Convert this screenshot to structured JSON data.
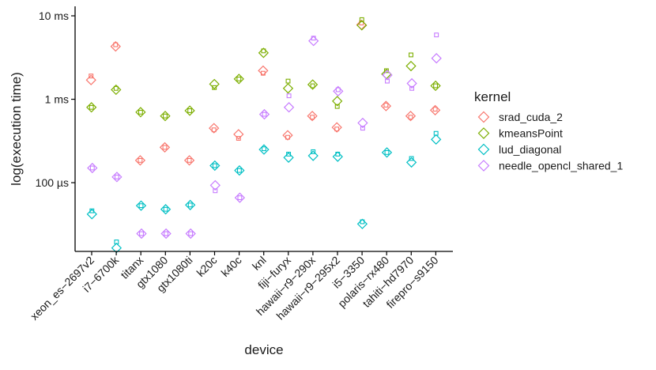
{
  "chart_data": {
    "type": "scatter",
    "xlabel": "device",
    "ylabel": "log(execution time)",
    "y_scale": "log10",
    "y_unit": "ms",
    "ylim": [
      0.015,
      13
    ],
    "y_ticks": [
      {
        "value": 0.1,
        "label": "100 µs"
      },
      {
        "value": 1,
        "label": "1 ms"
      },
      {
        "value": 10,
        "label": "10 ms"
      }
    ],
    "grid": false,
    "legend_position": "right",
    "legend_title": "kernel",
    "categories": [
      "xeon_es−2697v2",
      "i7−6700k",
      "titanx",
      "gtx1080",
      "gtx1080ti",
      "k20c",
      "k40c",
      "knl",
      "fiji−furyx",
      "hawaii−r9−290x",
      "hawaii−r9−295x2",
      "i5−3350",
      "polaris−rx480",
      "tahiti−hd7970",
      "firepro−s9150"
    ],
    "series": [
      {
        "name": "srad_cuda_2",
        "color": "#F8766D",
        "values": [
          1.7,
          4.3,
          0.185,
          0.265,
          0.185,
          0.45,
          0.38,
          2.2,
          0.37,
          0.63,
          0.46,
          7.8,
          0.83,
          0.63,
          0.74
        ],
        "alt_values": [
          1.9,
          4.5,
          0.185,
          0.265,
          0.185,
          0.43,
          0.34,
          2.05,
          0.35,
          0.61,
          0.44,
          8.2,
          0.85,
          0.61,
          0.76
        ]
      },
      {
        "name": "kmeansPoint",
        "color": "#7CAE00",
        "values": [
          0.8,
          1.3,
          0.7,
          0.63,
          0.73,
          1.52,
          1.75,
          3.6,
          1.35,
          1.5,
          0.95,
          7.7,
          2.0,
          2.5,
          1.45
        ],
        "alt_values": [
          0.8,
          1.35,
          0.7,
          0.63,
          0.73,
          1.38,
          1.75,
          3.8,
          1.65,
          1.45,
          0.82,
          9.0,
          2.2,
          3.4,
          1.45
        ]
      },
      {
        "name": "lud_diagonal",
        "color": "#00BFC4",
        "values": [
          0.042,
          0.0165,
          0.053,
          0.048,
          0.054,
          0.16,
          0.14,
          0.25,
          0.2,
          0.21,
          0.205,
          0.032,
          0.23,
          0.175,
          0.33
        ],
        "alt_values": [
          0.046,
          0.0195,
          0.053,
          0.048,
          0.054,
          0.16,
          0.14,
          0.255,
          0.22,
          0.235,
          0.22,
          0.034,
          0.23,
          0.195,
          0.39
        ]
      },
      {
        "name": "needle_opencl_shared_1",
        "color": "#C77CFF",
        "values": [
          0.15,
          0.117,
          0.0245,
          0.0245,
          0.0245,
          0.093,
          0.066,
          0.66,
          0.8,
          5.0,
          1.25,
          0.52,
          1.95,
          1.55,
          3.1
        ],
        "alt_values": [
          0.15,
          0.117,
          0.0245,
          0.0245,
          0.0245,
          0.08,
          0.066,
          0.66,
          1.1,
          5.4,
          1.3,
          0.45,
          1.65,
          1.35,
          5.9
        ]
      }
    ]
  }
}
